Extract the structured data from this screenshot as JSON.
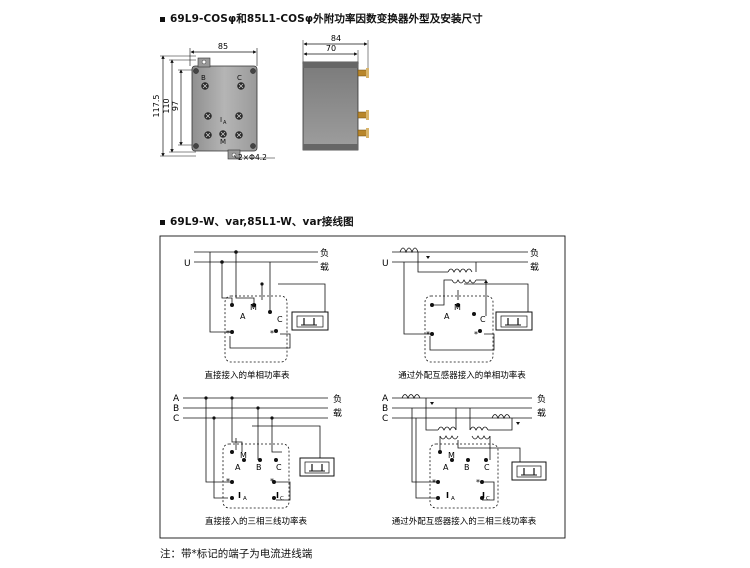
{
  "headings": {
    "outline": "69L9-COSφ和85L1-COSφ外附功率因数变换器外型及安装尺寸",
    "wiring": "69L9-W、var,85L1-W、var接线图"
  },
  "dimensions": {
    "front_width": "85",
    "side_total": "84",
    "side_body": "70",
    "height_outer": "117.5",
    "height_mid": "110",
    "height_inner": "97",
    "hole_spec": "2×Φ4.2"
  },
  "terminals": {
    "b": "B",
    "c": "C",
    "ia": "I",
    "ia_sub": "A",
    "m": "M",
    "a": "A",
    "ic": "I",
    "ic_sub": "C",
    "star": "*"
  },
  "line_labels": {
    "u": "U",
    "a": "A",
    "b": "B",
    "c": "C",
    "load_1": "负",
    "load_2": "载"
  },
  "captions": {
    "d1": "直接接入的单相功率表",
    "d2": "通过外配互感器接入的单相功率表",
    "d3": "直接接入的三相三线功率表",
    "d4": "通过外配互感器接入的三相三线功率表"
  },
  "note": "注：带*标记的端子为电流进线端"
}
